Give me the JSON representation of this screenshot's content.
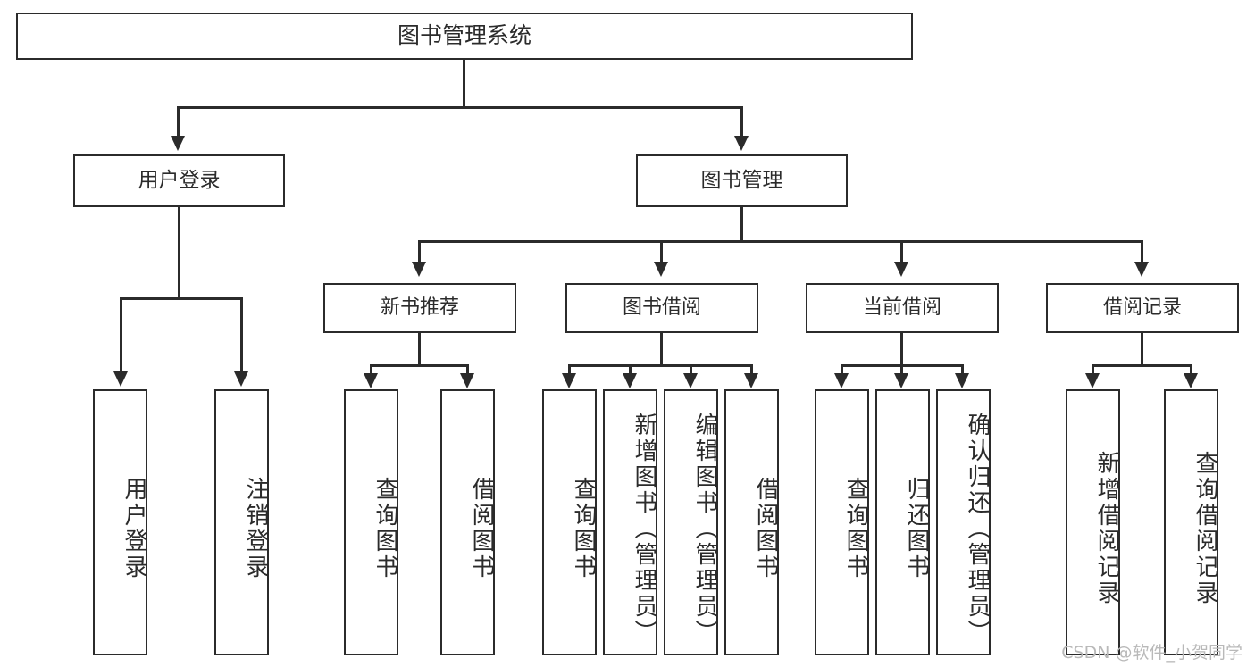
{
  "diagram": {
    "title": "图书管理系统",
    "watermark": "CSDN @软件_小贺同学",
    "levels": {
      "root": {
        "label": "图书管理系统"
      },
      "level1": [
        {
          "label": "用户登录"
        },
        {
          "label": "图书管理"
        }
      ],
      "level2": [
        {
          "label": "新书推荐"
        },
        {
          "label": "图书借阅"
        },
        {
          "label": "当前借阅"
        },
        {
          "label": "借阅记录"
        }
      ],
      "leaves": {
        "user_login": [
          {
            "label": "用户登录"
          },
          {
            "label": "注销登录"
          }
        ],
        "new_book_recommend": [
          {
            "label": "查询图书"
          },
          {
            "label": "借阅图书"
          }
        ],
        "book_borrow": [
          {
            "label": "查询图书"
          },
          {
            "label": "新增图书（管理员）"
          },
          {
            "label": "编辑图书（管理员）"
          },
          {
            "label": "借阅图书"
          }
        ],
        "current_borrow": [
          {
            "label": "查询图书"
          },
          {
            "label": "归还图书"
          },
          {
            "label": "确认归还（管理员）"
          }
        ],
        "borrow_record": [
          {
            "label": "新增借阅记录"
          },
          {
            "label": "查询借阅记录"
          }
        ]
      }
    },
    "colors": {
      "stroke": "#2b2b2b",
      "background": "#ffffff",
      "watermark": "#b9b9b9"
    }
  }
}
